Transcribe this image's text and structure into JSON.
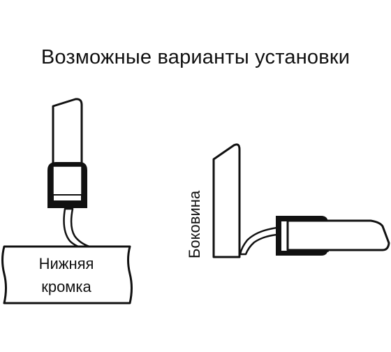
{
  "title": "Возможные варианты установки",
  "labels": {
    "bottom_edge_line1": "Нижняя",
    "bottom_edge_line2": "кромка",
    "side_panel": "Боковина"
  }
}
